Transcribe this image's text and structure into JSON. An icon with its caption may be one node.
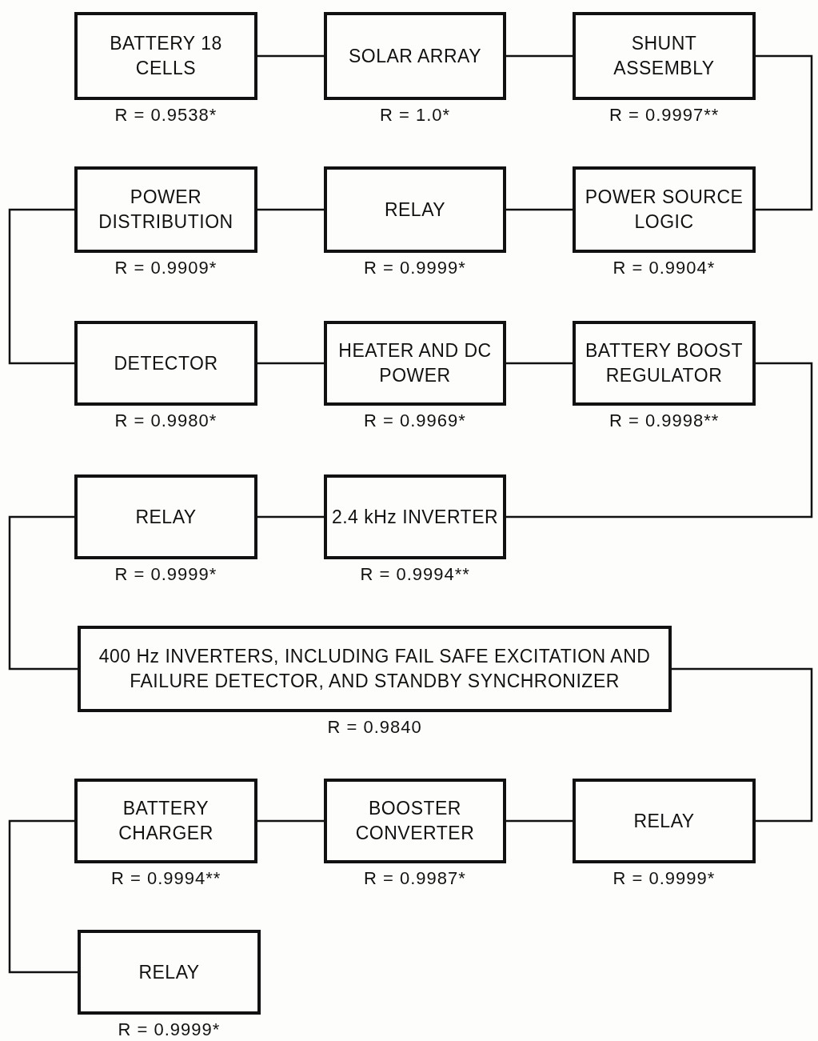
{
  "diagram": {
    "nodes": [
      {
        "text": [
          "BATTERY 18 CELLS"
        ],
        "beside": [
          "R = 0.9538*"
        ]
      },
      {
        "text": [
          "SOLAR ARRAY"
        ],
        "beside": [
          "R = 1.0*"
        ]
      },
      {
        "text": [
          "SHUNT ASSEMBLY"
        ],
        "beside": [
          "R = 0.9997**"
        ]
      },
      {
        "text": [
          "POWER DISTRIBUTION"
        ],
        "beside": [
          "R = 0.9909*"
        ]
      },
      {
        "text": [
          "RELAY"
        ],
        "beside": [
          "R = 0.9999*"
        ]
      },
      {
        "text": [
          "POWER SOURCE LOGIC"
        ],
        "beside": [
          "R = 0.9904*"
        ]
      },
      {
        "text": [
          "DETECTOR"
        ],
        "beside": [
          "R = 0.9980*"
        ]
      },
      {
        "text": [
          "HEATER AND DC POWER"
        ],
        "beside": [
          "R = 0.9969*"
        ]
      },
      {
        "text": [
          "BATTERY BOOST REGULATOR"
        ],
        "beside": [
          "R = 0.9998**"
        ]
      },
      {
        "text": [
          "RELAY"
        ],
        "beside": [
          "R = 0.9999*"
        ]
      },
      {
        "text": [
          "2.4 kHz INVERTER"
        ],
        "beside": [
          "R = 0.9994**"
        ]
      },
      {
        "text": [
          "400 Hz INVERTERS, INCLUDING FAIL SAFE EXCITATION AND FAILURE DETECTOR, AND STANDBY SYNCHRONIZER"
        ],
        "beside": [
          "R = 0.9840"
        ]
      },
      {
        "text": [
          "BATTERY CHARGER"
        ],
        "beside": [
          "R = 0.9994**"
        ]
      },
      {
        "text": [
          "BOOSTER CONVERTER"
        ],
        "beside": [
          "R = 0.9987*"
        ]
      },
      {
        "text": [
          "RELAY"
        ],
        "beside": [
          "R = 0.9999*"
        ]
      },
      {
        "text": [
          "RELAY"
        ],
        "beside": [
          "R = 0.9999*"
        ]
      }
    ],
    "edges": [
      {
        "from": 0,
        "to": 1,
        "arrow": "none"
      },
      {
        "from": 1,
        "to": 2,
        "arrow": "none"
      },
      {
        "from": 2,
        "to": 5,
        "arrow": "none"
      },
      {
        "from": 3,
        "to": 4,
        "arrow": "none"
      },
      {
        "from": 4,
        "to": 5,
        "arrow": "none"
      },
      {
        "from": 3,
        "to": 6,
        "arrow": "none"
      },
      {
        "from": 6,
        "to": 7,
        "arrow": "none"
      },
      {
        "from": 7,
        "to": 8,
        "arrow": "none"
      },
      {
        "from": 8,
        "to": 10,
        "arrow": "none"
      },
      {
        "from": 9,
        "to": 10,
        "arrow": "none"
      },
      {
        "from": 9,
        "to": 11,
        "arrow": "none"
      },
      {
        "from": 11,
        "to": 14,
        "arrow": "none"
      },
      {
        "from": 12,
        "to": 13,
        "arrow": "none"
      },
      {
        "from": 13,
        "to": 14,
        "arrow": "none"
      },
      {
        "from": 12,
        "to": 15,
        "arrow": "none"
      }
    ]
  }
}
